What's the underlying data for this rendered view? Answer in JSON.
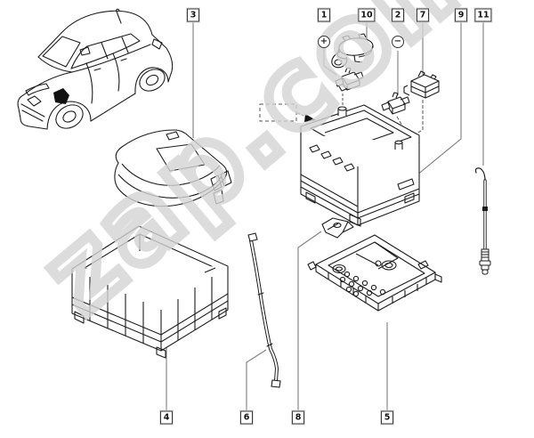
{
  "watermark": {
    "text": "zap.com",
    "color": "#d4d4d4"
  },
  "terminals": {
    "positive_symbol": "+",
    "negative_symbol": "−"
  },
  "callouts": {
    "c1": {
      "label": "1"
    },
    "c2": {
      "label": "2"
    },
    "c3": {
      "label": "3"
    },
    "c4": {
      "label": "4"
    },
    "c5": {
      "label": "5"
    },
    "c6": {
      "label": "6"
    },
    "c7": {
      "label": "7"
    },
    "c8": {
      "label": "8"
    },
    "c9": {
      "label": "9"
    },
    "c10": {
      "label": "10"
    },
    "c11": {
      "label": "11"
    }
  },
  "colors": {
    "line": "#1c1c1c",
    "leader": "#7d7d7d"
  }
}
